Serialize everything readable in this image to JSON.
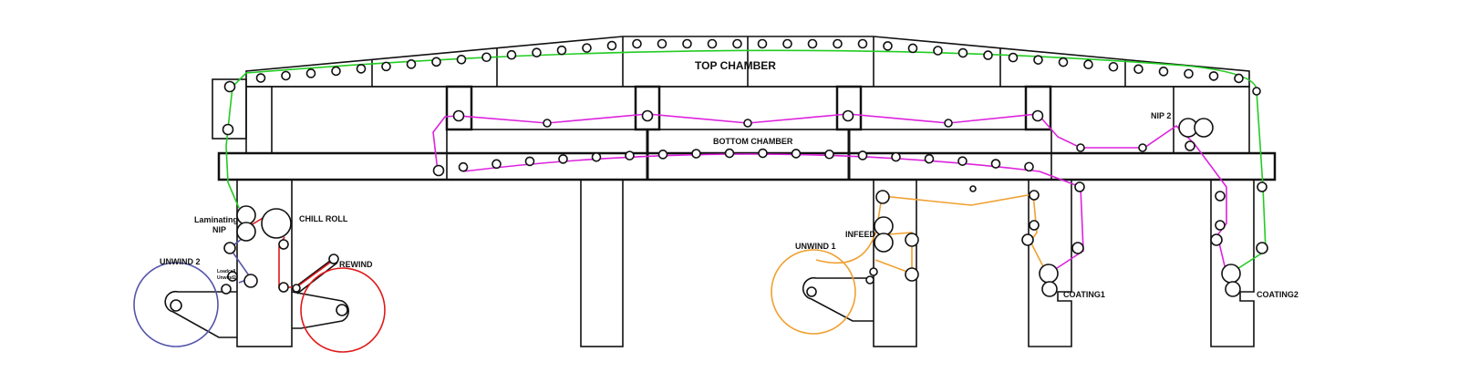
{
  "labels": {
    "top_chamber": "TOP CHAMBER",
    "bottom_chamber": "BOTTOM CHAMBER",
    "nip2": "NIP 2",
    "laminating_nip_1": "Laminating",
    "laminating_nip_2": "NIP",
    "chill_roll": "CHILL ROLL",
    "unwind2": "UNWIND 2",
    "loadcell_1": "Loadcell",
    "loadcell_2": "Unwind2",
    "rewind": "REWIND",
    "unwind1": "UNWIND 1",
    "infeed": "INFEED",
    "coating1": "COATING1",
    "coating2": "COATING2"
  },
  "colors": {
    "green_web": "#22cc22",
    "magenta_web": "#dd22dd",
    "orange_web": "#f0a030",
    "red_web": "#e01818",
    "blue_web": "#5555aa",
    "structure": "#111111"
  }
}
